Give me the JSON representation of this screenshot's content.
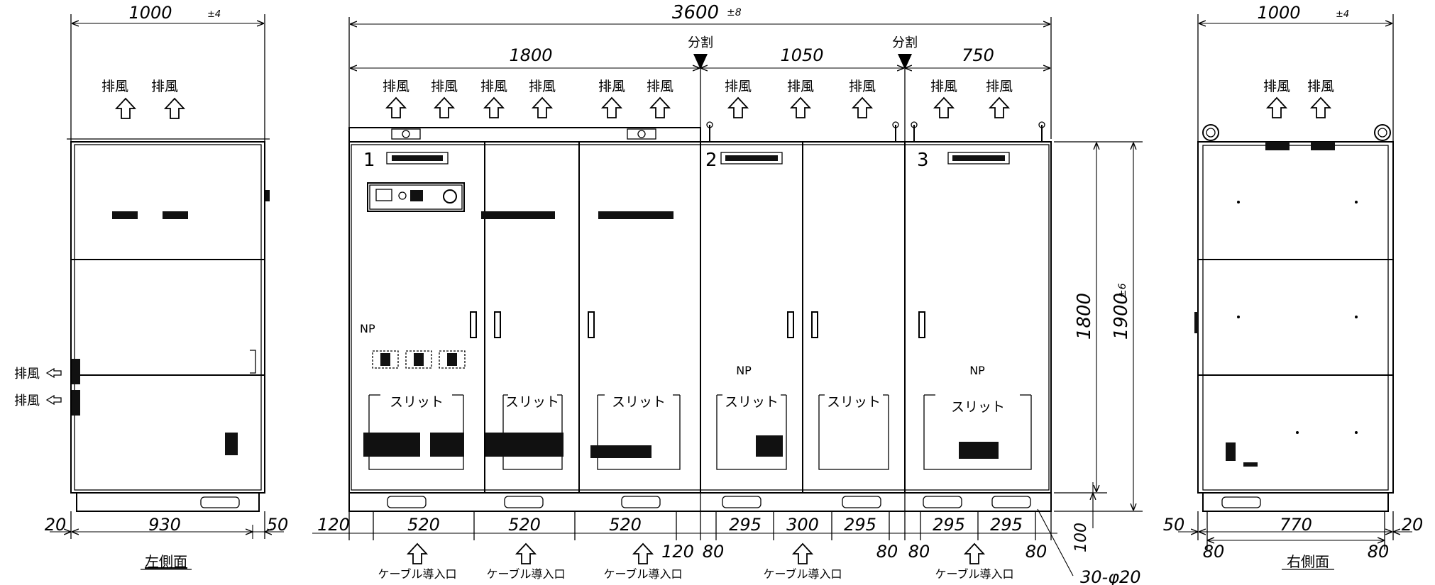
{
  "left_view": {
    "width_total": "1000",
    "width_tol": "±4",
    "exhaust_top_1": "排風",
    "exhaust_top_2": "排風",
    "exhaust_side_1": "排風",
    "exhaust_side_2": "排風",
    "dim_left": "20",
    "dim_mid": "930",
    "dim_right": "50",
    "caption": "左側面"
  },
  "front_view": {
    "width_total": "3600",
    "width_tol": "±8",
    "split_label_1": "分割",
    "split_label_2": "分割",
    "sect_1": "1800",
    "sect_2": "1050",
    "sect_3": "750",
    "exhaust_labels": [
      "排風",
      "排風",
      "排風",
      "排風",
      "排風",
      "排風",
      "排風",
      "排風",
      "排風",
      "排風",
      "排風"
    ],
    "panel_numbers": [
      "1",
      "2",
      "3"
    ],
    "slit_labels": [
      "スリット",
      "スリット",
      "スリット",
      "スリット",
      "スリット",
      "スリット"
    ],
    "bottom_dims": [
      "120",
      "520",
      "520",
      "520",
      "120",
      "80",
      "295",
      "300",
      "295",
      "80",
      "80",
      "295",
      "295",
      "80"
    ],
    "cable_labels": [
      "ケーブル導入口",
      "ケーブル導入口",
      "ケーブル導入口",
      "ケーブル導入口",
      "ケーブル導入口"
    ],
    "height_1": "1800",
    "height_2": "1900",
    "height_tol": "±6",
    "base_height": "100",
    "holes": "30-φ20"
  },
  "right_view": {
    "width_total": "1000",
    "width_tol": "±4",
    "exhaust_top_1": "排風",
    "exhaust_top_2": "排風",
    "dim_left": "50",
    "dim_mid": "770",
    "dim_right": "20",
    "dim_b1": "80",
    "dim_b2": "80",
    "caption": "右側面"
  },
  "colors": {
    "line": "#000000",
    "background": "#ffffff"
  }
}
